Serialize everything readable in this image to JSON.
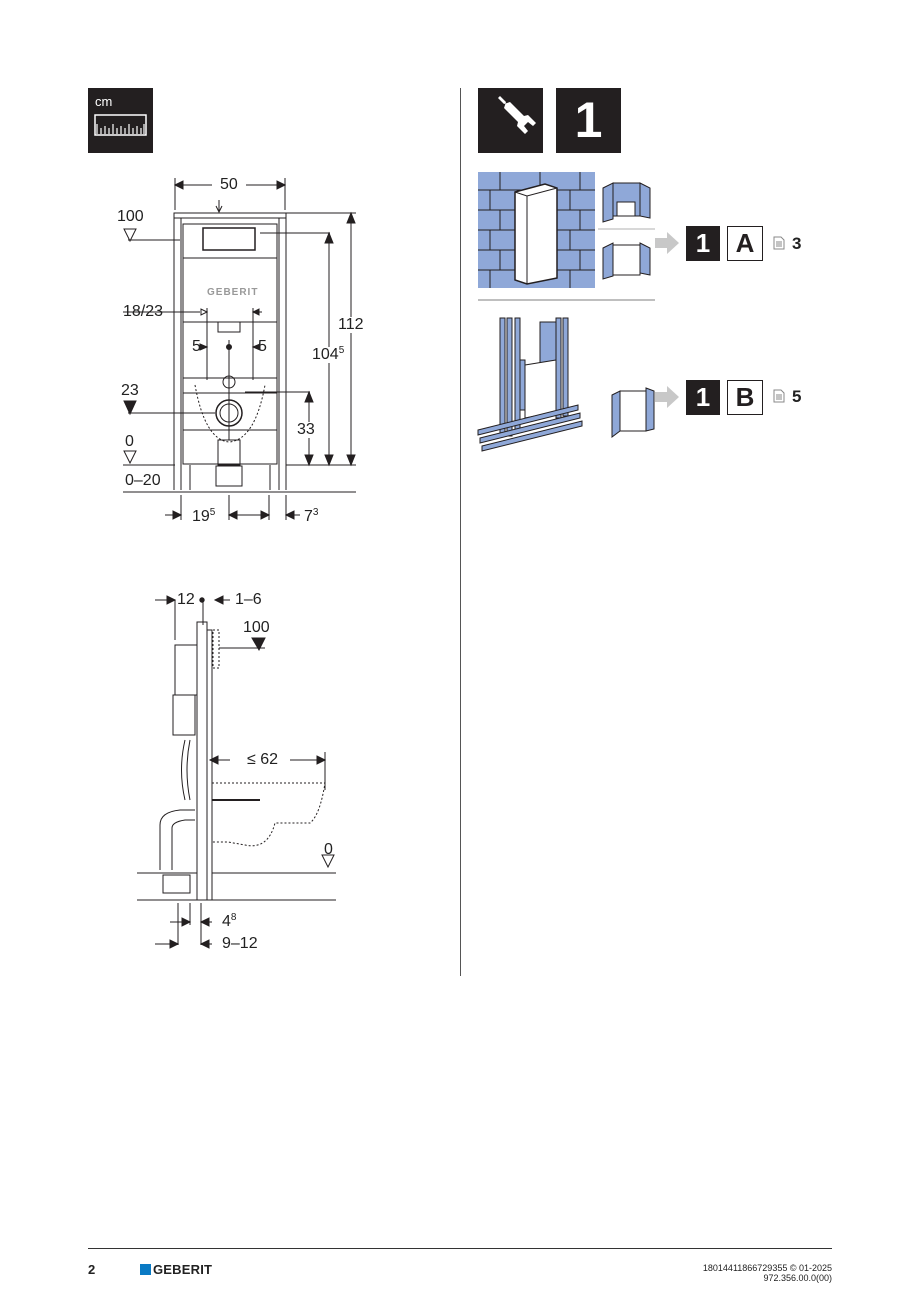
{
  "units_icon": {
    "label": "cm"
  },
  "front_view": {
    "width": "50",
    "flush_height": "100",
    "spacing": "18/23",
    "offset_left": "5",
    "offset_right": "5",
    "drain_height": "23",
    "floor_level": "0",
    "floor_range": "0–20",
    "total_height": "112",
    "frame_height_base": "104",
    "frame_height_sup": "5",
    "connection_height": "33",
    "bottom_left_base": "19",
    "bottom_left_sup": "5",
    "bottom_right_base": "7",
    "bottom_right_sup": "3",
    "brand_on_cistern": "GEBERIT"
  },
  "side_view": {
    "depth": "12",
    "plate_range": "1–6",
    "flush_height": "100",
    "bowl_projection": "≤ 62",
    "floor_level": "0",
    "bottom_a_base": "4",
    "bottom_a_sup": "8",
    "bottom_b": "9–12"
  },
  "step_header": {
    "tool_icon": "wrench-icon",
    "step_number": "1"
  },
  "options": [
    {
      "step": "1",
      "variant": "A",
      "page_icon": "document-icon",
      "page": "3"
    },
    {
      "step": "1",
      "variant": "B",
      "page_icon": "document-icon",
      "page": "5"
    }
  ],
  "colors": {
    "wall_blue": "#8fa8d8",
    "ink": "#231f20",
    "brand_blue": "#0a7ac4",
    "arrow_gray": "#c8c8c8"
  },
  "footer": {
    "page_number": "2",
    "brand": "GEBERIT",
    "doc_id": "18014411866729355 © 01-2025",
    "doc_number": "972.356.00.0(00)"
  }
}
